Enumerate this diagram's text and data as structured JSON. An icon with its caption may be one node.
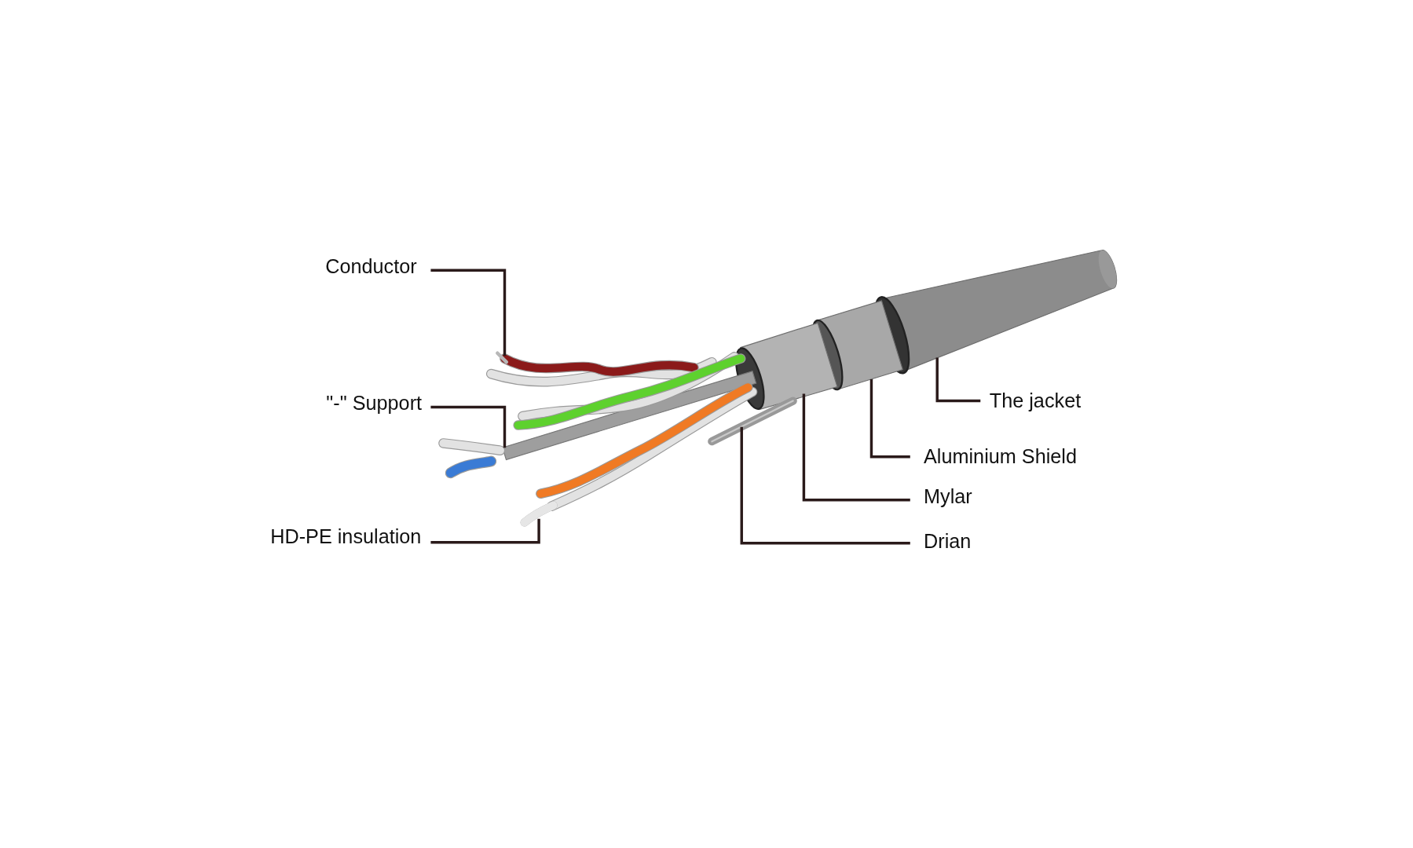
{
  "diagram": {
    "nodes": [
      {
        "text": [
          "Conductor"
        ]
      },
      {
        "text": [
          "\"-\" Support"
        ]
      },
      {
        "text": [
          "HD-PE insulation"
        ]
      },
      {
        "text": [
          "The jacket"
        ]
      },
      {
        "text": [
          "Aluminium Shield"
        ]
      },
      {
        "text": [
          "Mylar"
        ]
      },
      {
        "text": [
          "Drian"
        ]
      },
      {
        "text": [],
        "shape": "wire"
      },
      {
        "text": [],
        "shape": "bar"
      },
      {
        "text": [],
        "shape": "wire"
      },
      {
        "text": [],
        "shape": "cylinder"
      },
      {
        "text": [],
        "shape": "cylinder"
      },
      {
        "text": [],
        "shape": "cylinder"
      },
      {
        "text": [],
        "shape": "wire"
      }
    ],
    "edges": [
      {
        "from": 0,
        "to": 7,
        "arrow": "none"
      },
      {
        "from": 1,
        "to": 8,
        "arrow": "none"
      },
      {
        "from": 2,
        "to": 9,
        "arrow": "none"
      },
      {
        "from": 3,
        "to": 10,
        "arrow": "none"
      },
      {
        "from": 4,
        "to": 11,
        "arrow": "none"
      },
      {
        "from": 5,
        "to": 12,
        "arrow": "none"
      },
      {
        "from": 6,
        "to": 13,
        "arrow": "none"
      }
    ]
  }
}
